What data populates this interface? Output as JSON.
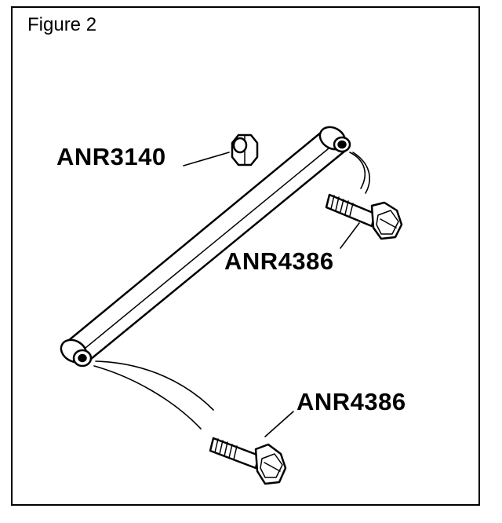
{
  "figure": {
    "title": "Figure 2"
  },
  "labels": {
    "nut": "ANR3140",
    "upper_bolt": "ANR4386",
    "lower_bolt": "ANR4386"
  }
}
